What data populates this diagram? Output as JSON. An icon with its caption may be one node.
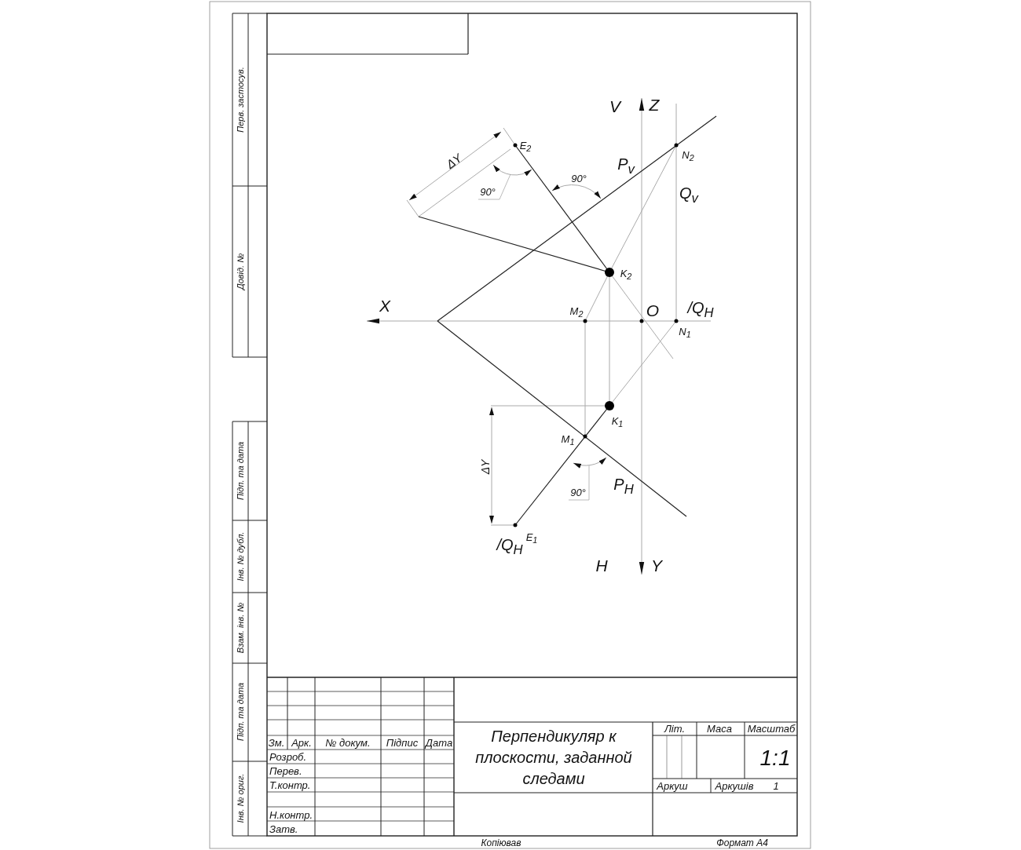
{
  "diagram": {
    "title": "Перпендикуляр к плоскости, заданной следами",
    "labels": [
      "Перв. застосув.",
      "Довід. №",
      "Підп. та дата",
      "Інв. № дубл.",
      "Взам. інв. №",
      "Підп. та дата",
      "Інв. № ориг.",
      "V",
      "Z",
      "E$_{2}$",
      "ΔY",
      "P$_{v}$",
      "90°",
      "N$_{2}$",
      "90°",
      "Q$_{v}$",
      "K$_{2}$",
      "X",
      "M$_{2}$",
      "O",
      "/Q$_{H}$",
      "N$_{1}$",
      "K$_{1}$",
      "M$_{1}$",
      "ΔY",
      "90°",
      "P$_{H}$",
      "E$_{1}$",
      "/Q$_{H}$",
      "H",
      "Y",
      "Зм.",
      "Арк.",
      "№ докум.",
      "Підпис",
      "Дата",
      "Розроб.",
      "Перев.",
      "Т.контр.",
      "Н.контр.",
      "Затв.",
      "Літ.",
      "Маса",
      "Масштаб",
      "1:1",
      "Аркуш",
      "Аркушів",
      "1",
      "Копіював",
      "Формат A4"
    ]
  }
}
